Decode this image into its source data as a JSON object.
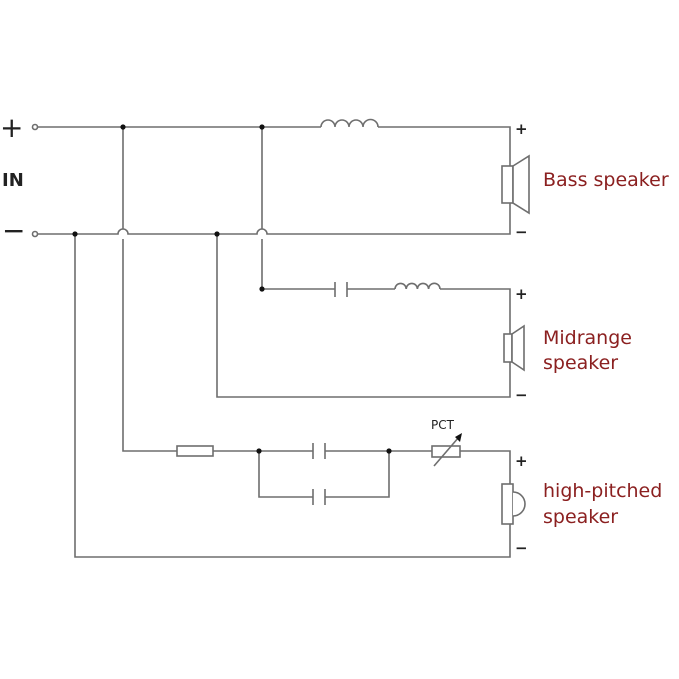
{
  "input": {
    "plus": "+",
    "label": "IN",
    "minus": "−"
  },
  "speakers": {
    "bass": {
      "label": "Bass speaker",
      "plus": "+",
      "minus": "−"
    },
    "midrange": {
      "label_line1": "Midrange",
      "label_line2": "speaker",
      "plus": "+",
      "minus": "−"
    },
    "tweeter": {
      "label_line1": "high-pitched",
      "label_line2": "speaker",
      "plus": "+",
      "minus": "−"
    }
  },
  "components": {
    "pct_label": "PCT"
  },
  "colors": {
    "label": "#8b2020",
    "wire": "#6e6e6e"
  }
}
